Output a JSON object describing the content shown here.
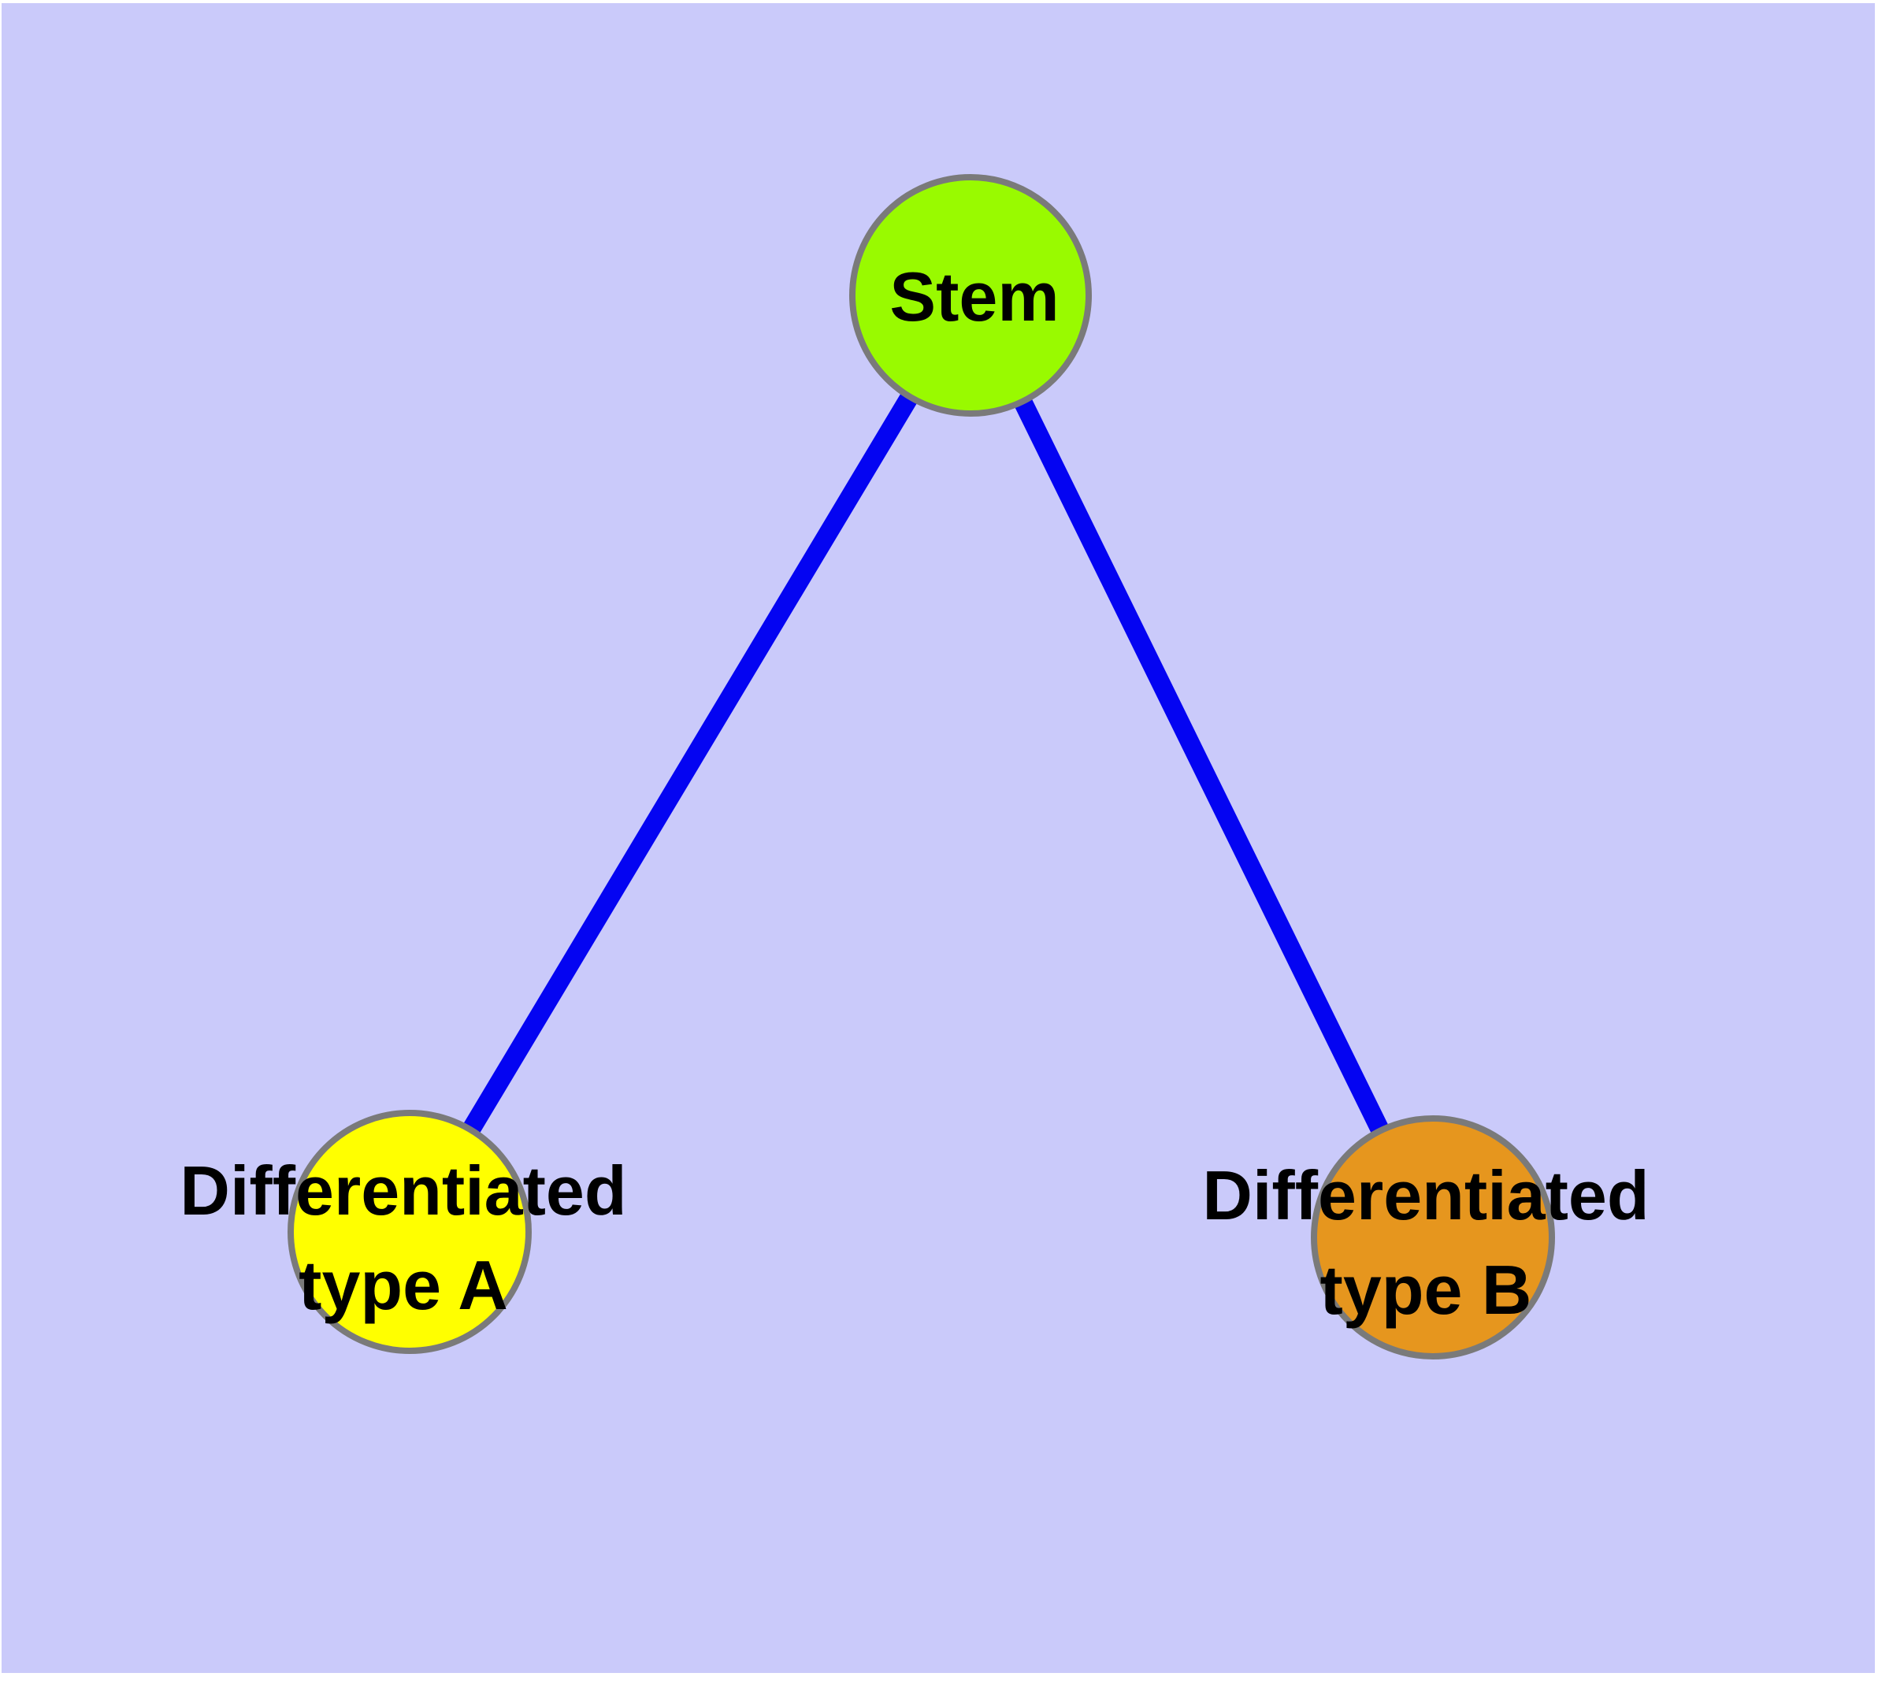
{
  "diagram": {
    "title": "",
    "style": {
      "background_color": "#CACAFA",
      "edge_color": "#0404F2",
      "node_border_color": "#7A7A7A",
      "label_color": "#000000"
    },
    "nodes": {
      "stem": {
        "label": "Stem",
        "color": "#99FA00"
      },
      "type_a": {
        "label": "Differentiated\ntype A",
        "color": "#FFFF00"
      },
      "type_b": {
        "label": "Differentiated\ntype B",
        "color": "#E6961E"
      }
    },
    "edges": {
      "stem_type_a": {
        "from": "Stem",
        "to": "Differentiated type A"
      },
      "stem_type_b": {
        "from": "Stem",
        "to": "Differentiated type B"
      }
    }
  }
}
